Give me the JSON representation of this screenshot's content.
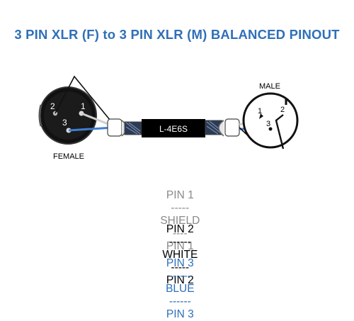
{
  "title": "3 PIN XLR (F) to 3 PIN XLR (M) BALANCED PINOUT",
  "colors": {
    "title": "#2f6fb8",
    "blue_wire": "#3f7fd0",
    "shield_row": "#8a8a8a",
    "white_row": "#000000",
    "blue_row": "#2f6fb8",
    "connector": "#111111"
  },
  "female": {
    "label": "FEMALE",
    "pins": [
      "2",
      "1",
      "3"
    ]
  },
  "male": {
    "label": "MALE",
    "pins": [
      "1",
      "2",
      "3"
    ]
  },
  "cable": {
    "label": "L-4E6S"
  },
  "pinout": [
    {
      "left": "PIN 1",
      "dash_left": "-----",
      "signal": "SHIELD",
      "dash_right": "----",
      "right": "PIN 1"
    },
    {
      "left": "PIN 2",
      "dash_left": "------",
      "signal": "WHITE",
      "dash_right": "-----",
      "right": "PIN 2"
    },
    {
      "left": "PIN 3",
      "dash_left": "------",
      "signal": "BLUE",
      "dash_right": "------",
      "right": "PIN 3"
    }
  ]
}
